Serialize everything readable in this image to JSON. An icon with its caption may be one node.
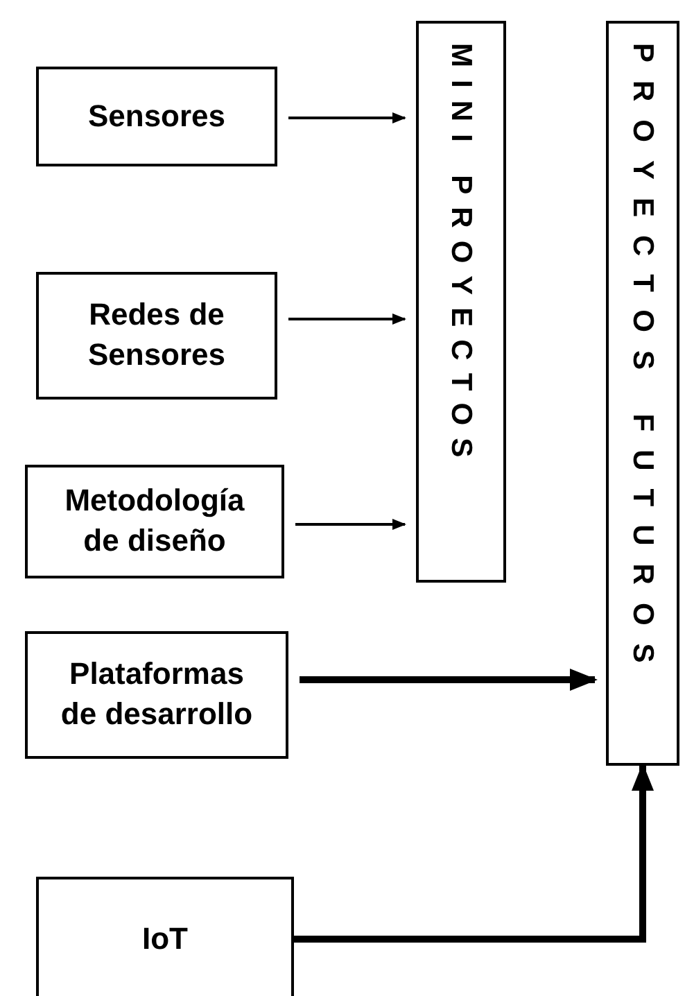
{
  "diagram": {
    "nodes": [
      {
        "text": [
          "Sensores"
        ]
      },
      {
        "text": [
          "Redes de Sensores"
        ]
      },
      {
        "text": [
          "Metodología de diseño"
        ]
      },
      {
        "text": [
          "Plataformas de desarrollo"
        ]
      },
      {
        "text": [
          "IoT"
        ]
      },
      {
        "text": [
          "MINI PROYECTOS"
        ]
      },
      {
        "text": [
          "PROYECTOS FUTUROS"
        ]
      }
    ],
    "edges": [
      {
        "from": 0,
        "to": 5,
        "arrow": "to"
      },
      {
        "from": 1,
        "to": 5,
        "arrow": "to"
      },
      {
        "from": 2,
        "to": 5,
        "arrow": "to"
      },
      {
        "from": 3,
        "to": 6,
        "arrow": "to",
        "style": "thick"
      },
      {
        "from": 4,
        "to": 6,
        "arrow": "to",
        "style": "thick"
      }
    ]
  }
}
